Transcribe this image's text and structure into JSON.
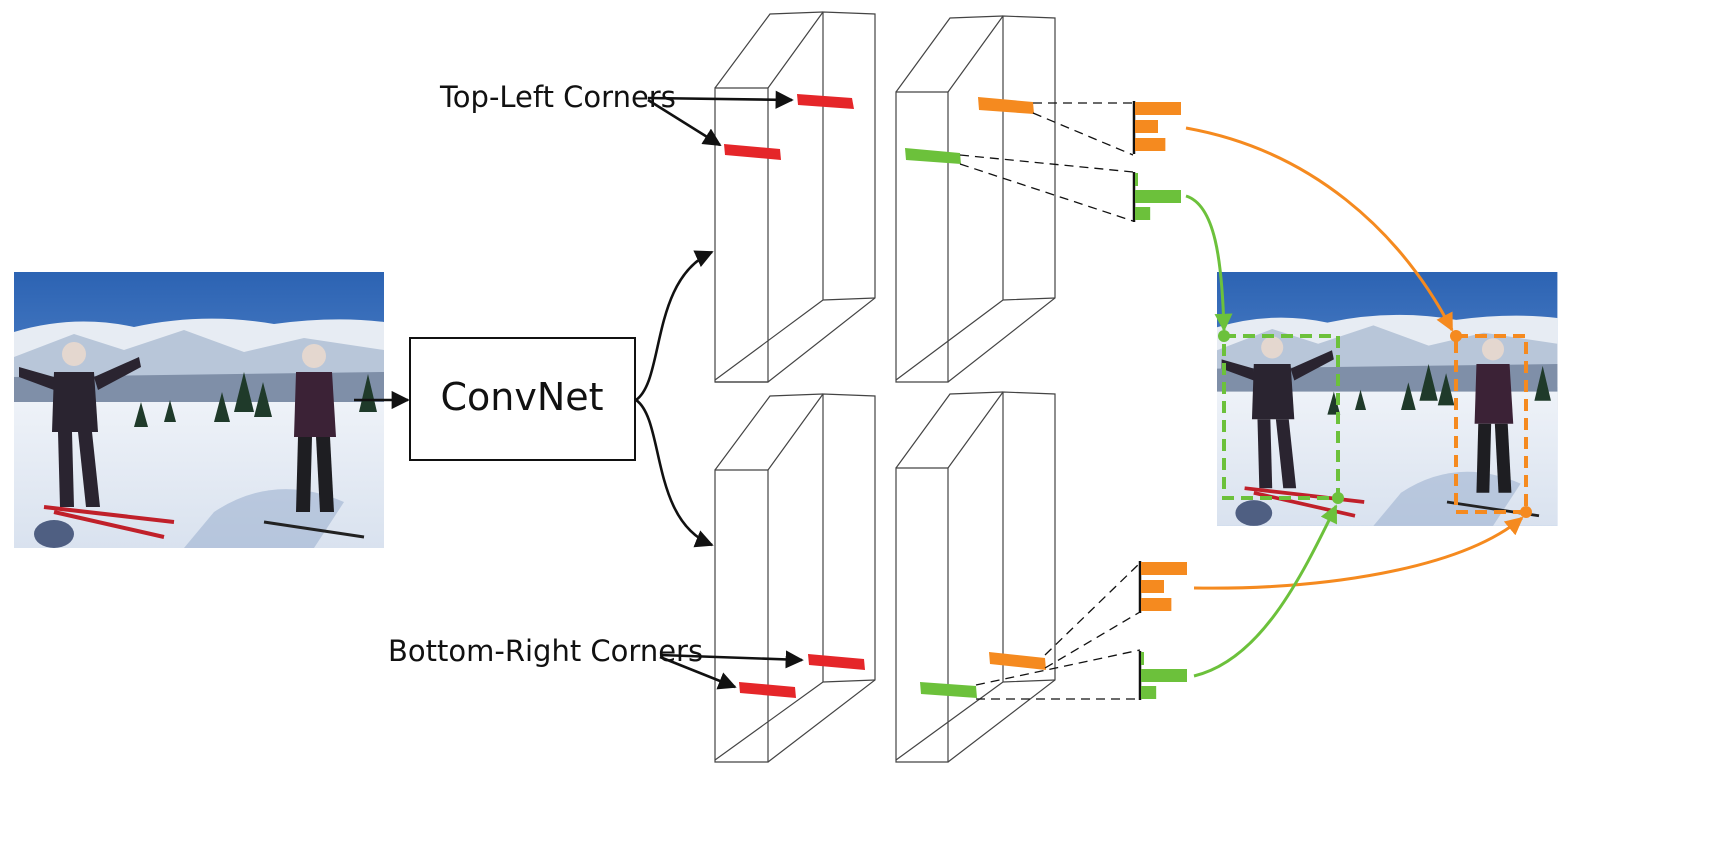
{
  "labels": {
    "top_left": "Top-Left Corners",
    "bottom_right": "Bottom-Right Corners",
    "convnet": "ConvNet"
  },
  "colors": {
    "heatmap_corner": "#e52629",
    "embedding_a": "#f58a1f",
    "embedding_b": "#6cc13b",
    "arrow": "#111111"
  },
  "icons": {
    "input_image": "ski-photo-two-people",
    "output_image": "ski-photo-with-detected-boxes"
  },
  "embedding_histograms": {
    "top_orange": [
      1.0,
      0.5,
      0.66
    ],
    "top_green": [
      0.0,
      1.0,
      0.33
    ],
    "bottom_orange": [
      1.0,
      0.5,
      0.66
    ],
    "bottom_green": [
      0.0,
      1.0,
      0.33
    ]
  }
}
